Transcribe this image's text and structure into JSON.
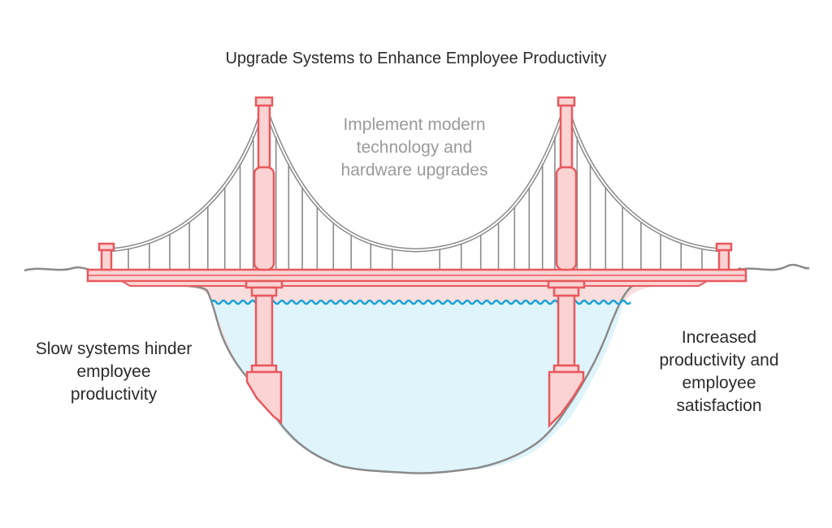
{
  "title": "Upgrade Systems to Enhance Employee Productivity",
  "bridge_label": {
    "lines": [
      "Implement modern",
      "technology and",
      "hardware upgrades"
    ]
  },
  "left_label": {
    "lines": [
      "Slow systems hinder",
      "employee",
      "productivity"
    ]
  },
  "right_label": {
    "lines": [
      "Increased",
      "productivity and",
      "employee",
      "satisfaction"
    ]
  },
  "colors": {
    "bridge_fill": "#fbd3d3",
    "bridge_stroke": "#e8595e",
    "cable": "#8a8a8a",
    "water_fill": "#dff4fb",
    "water_line": "#1ba3d6",
    "ground_fill": "#f8dede",
    "ground_stroke": "#8a8a8a",
    "text_dark": "#2b2b2b",
    "text_muted": "#9a9a9a"
  }
}
